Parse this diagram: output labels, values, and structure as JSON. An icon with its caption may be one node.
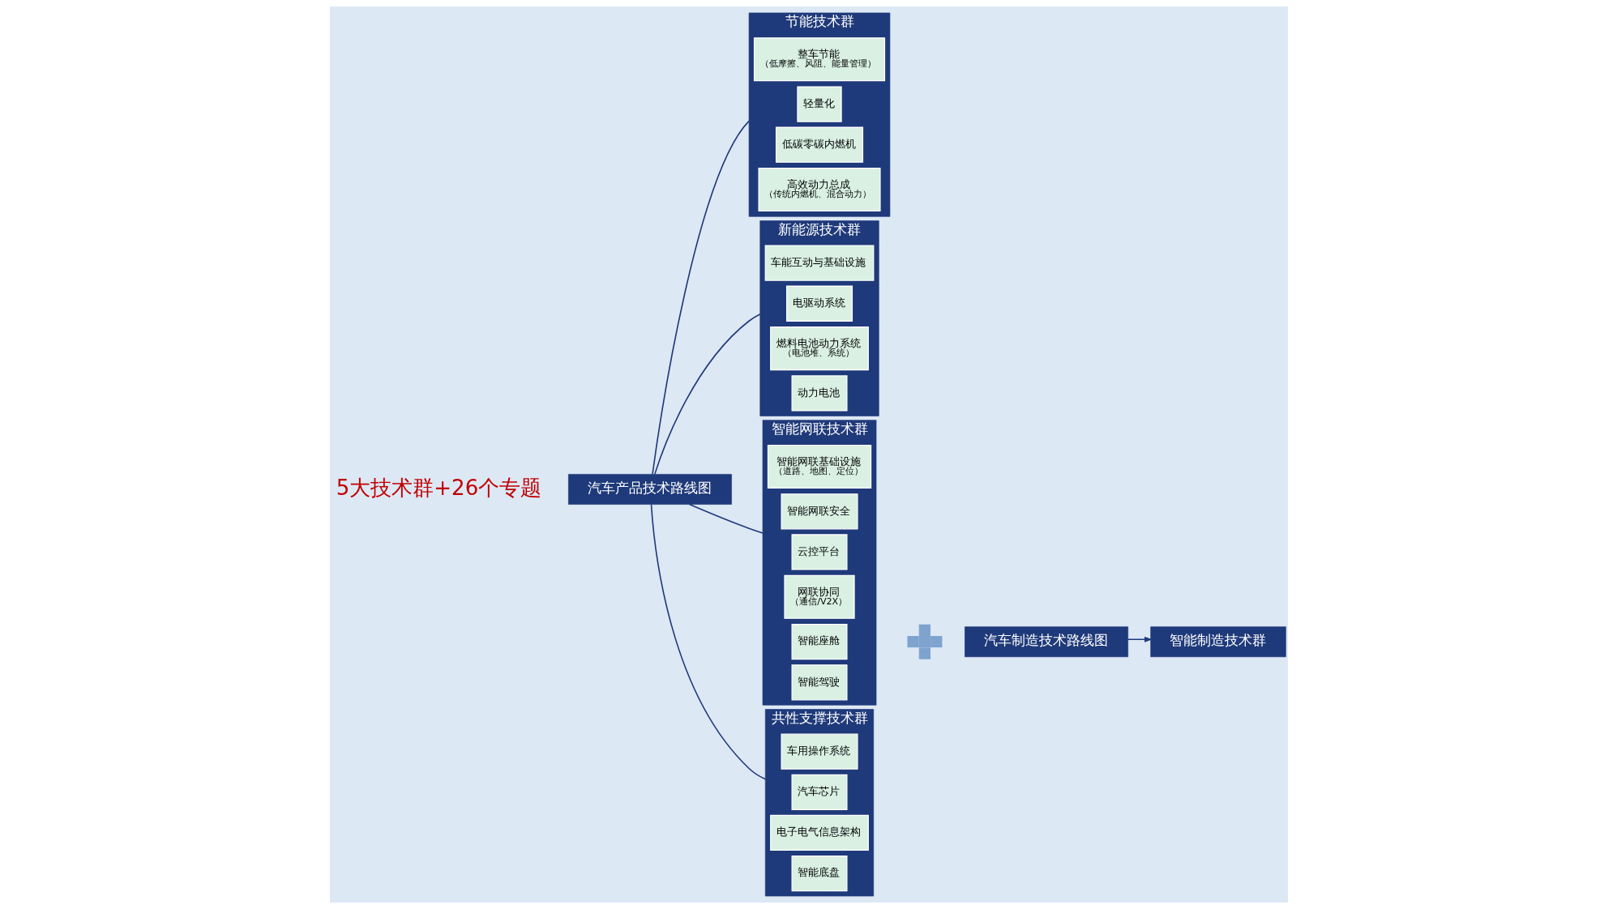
{
  "diagram": {
    "nodes": [
      {
        "text": [
          "汽车产品技术路线图"
        ]
      },
      {
        "text": [
          "节能技术群"
        ]
      },
      {
        "text": [
          "高效动力总成",
          "（传统内燃机、混合动力）"
        ],
        "in": 1
      },
      {
        "text": [
          "低碳零碳内燃机"
        ],
        "in": 1
      },
      {
        "text": [
          "轻量化"
        ],
        "in": 1
      },
      {
        "text": [
          "整车节能",
          "（低摩擦、风阻、能量管理）"
        ],
        "in": 1
      },
      {
        "text": [
          "新能源技术群"
        ]
      },
      {
        "text": [
          "动力电池"
        ],
        "in": 6
      },
      {
        "text": [
          "燃料电池动力系统",
          "（电池堆、系统）"
        ],
        "in": 6
      },
      {
        "text": [
          "电驱动系统"
        ],
        "in": 6
      },
      {
        "text": [
          "车能互动与基础设施"
        ],
        "in": 6
      },
      {
        "text": [
          "智能网联技术群"
        ]
      },
      {
        "text": [
          "智能驾驶"
        ],
        "in": 11
      },
      {
        "text": [
          "智能座舱"
        ],
        "in": 11
      },
      {
        "text": [
          "网联协同",
          "（通信/V2X）"
        ],
        "in": 11
      },
      {
        "text": [
          "云控平台"
        ],
        "in": 11
      },
      {
        "text": [
          "智能网联安全"
        ],
        "in": 11
      },
      {
        "text": [
          "智能网联基础设施",
          "（道路、地图、定位）"
        ],
        "in": 11
      },
      {
        "text": [
          "共性支撑技术群"
        ]
      },
      {
        "text": [
          "智能底盘"
        ],
        "in": 18
      },
      {
        "text": [
          "电子电气信息架构"
        ],
        "in": 18
      },
      {
        "text": [
          "汽车芯片"
        ],
        "in": 18
      },
      {
        "text": [
          "车用操作系统"
        ],
        "in": 18
      },
      {
        "text": [],
        "shape": "plus"
      },
      {
        "text": [
          "汽车制造技术路线图"
        ]
      },
      {
        "text": [
          "智能制造技术群"
        ]
      }
    ],
    "edges": [
      {
        "from": 0,
        "to": 1,
        "arrow": "none"
      },
      {
        "from": 0,
        "to": 6,
        "arrow": "none"
      },
      {
        "from": 0,
        "to": 11,
        "arrow": "none"
      },
      {
        "from": 0,
        "to": 18,
        "arrow": "none"
      },
      {
        "from": 24,
        "to": 25,
        "arrow": "to"
      }
    ],
    "labels": [
      "5大技术群+26个专题"
    ]
  }
}
